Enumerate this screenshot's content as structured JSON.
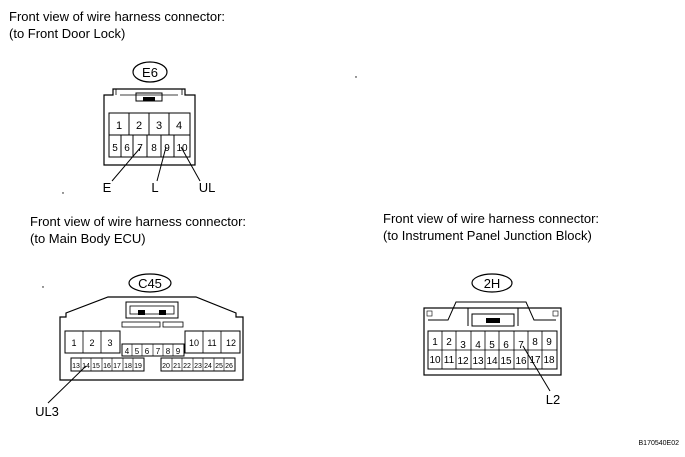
{
  "connectors": [
    {
      "id": "E6",
      "caption_line1": "Front view of wire harness connector:",
      "caption_line2": "(to Front Door Lock)",
      "row1": [
        "1",
        "2",
        "3",
        "4"
      ],
      "row2": [
        "5",
        "6",
        "7",
        "8",
        "9",
        "10"
      ],
      "terminals": [
        "E",
        "L",
        "UL"
      ]
    },
    {
      "id": "C45",
      "caption_line1": "Front view of wire harness connector:",
      "caption_line2": "(to Main Body ECU)",
      "left_pins": [
        "1",
        "2",
        "3"
      ],
      "right_pins": [
        "10",
        "11",
        "12"
      ],
      "mid_pins": [
        "4",
        "5",
        "6",
        "7",
        "8",
        "9"
      ],
      "bottom_left_pins": [
        "13",
        "14",
        "15",
        "16",
        "17",
        "18",
        "19"
      ],
      "bottom_right_pins": [
        "20",
        "21",
        "22",
        "23",
        "24",
        "25",
        "26"
      ],
      "terminals": [
        "UL3"
      ]
    },
    {
      "id": "2H",
      "caption_line1": "Front view of wire harness connector:",
      "caption_line2": "(to Instrument Panel Junction Block)",
      "row1": [
        "1",
        "2",
        "3",
        "4",
        "5",
        "6",
        "7",
        "8",
        "9"
      ],
      "row2": [
        "10",
        "11",
        "12",
        "13",
        "14",
        "15",
        "16",
        "17",
        "18"
      ],
      "terminals": [
        "L2"
      ]
    }
  ],
  "figure_id": "B170540E02"
}
